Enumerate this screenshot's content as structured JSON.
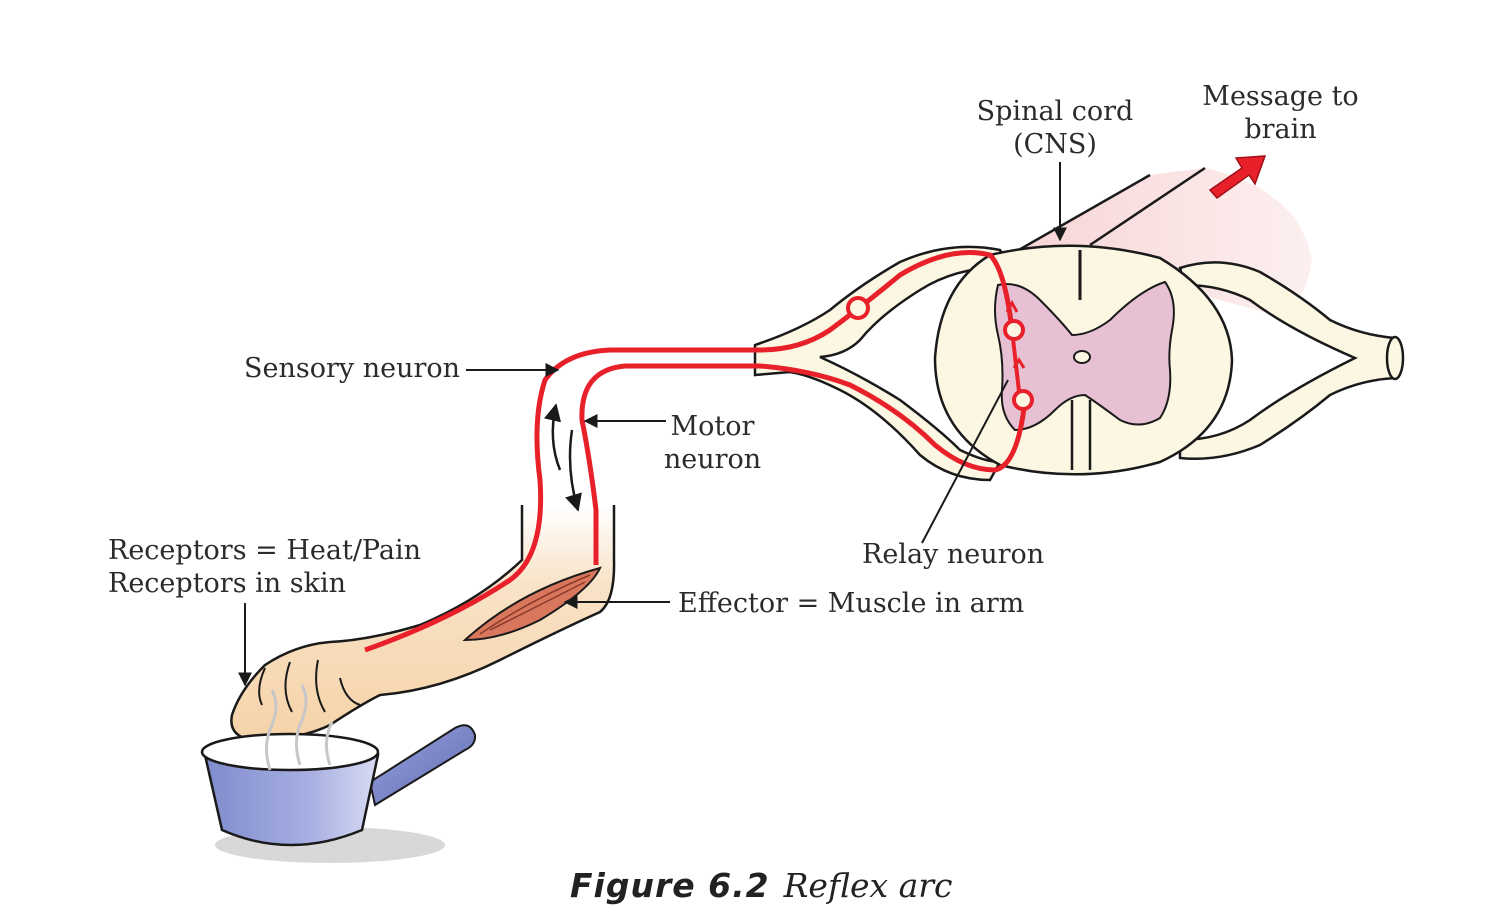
{
  "labels": {
    "spinal_cord": [
      "Spinal cord",
      "(CNS)"
    ],
    "message_to_brain": [
      "Message to",
      "brain"
    ],
    "sensory_neuron": "Sensory neuron",
    "motor_neuron": [
      "Motor",
      "neuron"
    ],
    "receptors": [
      "Receptors = Heat/Pain",
      "Receptors in skin"
    ],
    "relay_neuron": "Relay neuron",
    "effector": "Effector = Muscle in arm"
  },
  "caption": {
    "figure": "Figure 6.2",
    "title": "Reflex arc"
  },
  "colors": {
    "neuron": "#e8202a",
    "arrow_to_brain": "#e8202a",
    "spinal_cord_fill": "#fbf7e3",
    "gray_matter": "#e7c1d3",
    "skin": "#f8d9b0",
    "muscle": "#d9775e",
    "pan": "#8f99d6"
  }
}
